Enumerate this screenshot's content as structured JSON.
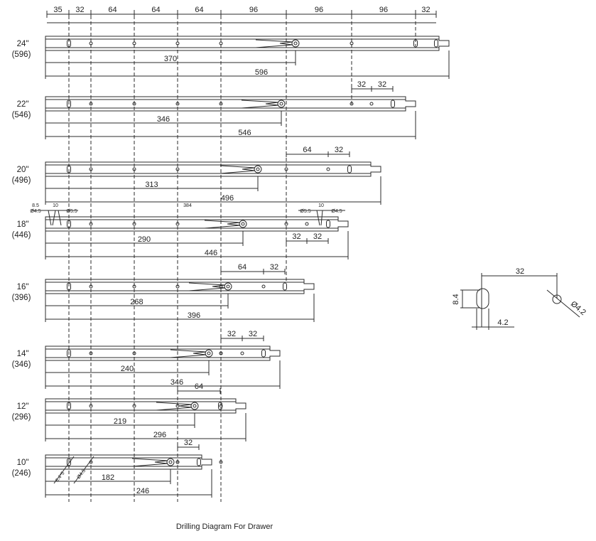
{
  "caption": "Drilling Diagram For Drawer",
  "colors": {
    "line": "#2b2b2b",
    "background": "#ffffff"
  },
  "top_dimensions": [
    "35",
    "32",
    "64",
    "64",
    "64",
    "96",
    "96",
    "96",
    "32"
  ],
  "rails": [
    {
      "size": "24\"",
      "metric": "(596)",
      "inner": "370",
      "outer": "596"
    },
    {
      "size": "22\"",
      "metric": "(546)",
      "inner": "346",
      "outer": "546",
      "extra": [
        "32",
        "32"
      ]
    },
    {
      "size": "20\"",
      "metric": "(496)",
      "inner": "313",
      "outer": "496",
      "extra": [
        "64",
        "32"
      ]
    },
    {
      "size": "18\"",
      "metric": "(446)",
      "inner": "290",
      "outer": "446",
      "extra": [
        "32",
        "32"
      ]
    },
    {
      "size": "16\"",
      "metric": "(396)",
      "inner": "268",
      "outer": "396",
      "extra": [
        "64",
        "32"
      ]
    },
    {
      "size": "14\"",
      "metric": "(346)",
      "inner": "240",
      "outer": "346",
      "extra": [
        "32",
        "32"
      ]
    },
    {
      "size": "12\"",
      "metric": "(296)",
      "inner": "219",
      "outer": "296",
      "extra": [
        "64"
      ]
    },
    {
      "size": "10\"",
      "metric": "(246)",
      "inner": "182",
      "outer": "246",
      "extra": [
        "32"
      ]
    }
  ],
  "detail_18": {
    "left_a": "8.5",
    "left_b": "10",
    "left_dia": "Ø4.5",
    "left_dia2": "Ø5.5",
    "center": "384",
    "right_dia": "Ø5.5",
    "right_b": "10",
    "right_dia2": "Ø4.5"
  },
  "detail_10": {
    "a": "8.4*5",
    "b": "Ø4.5"
  },
  "slot_detail": {
    "spacing": "32",
    "height": "8.4",
    "width": "4.2",
    "hole": "Ø4.2"
  }
}
